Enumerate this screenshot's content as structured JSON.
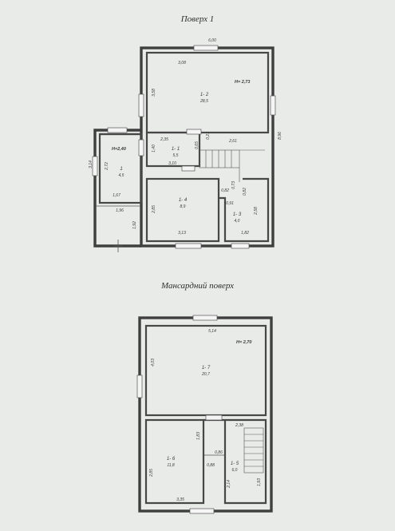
{
  "floor1": {
    "title": "Поверх 1",
    "height_main": "H= 2,73",
    "height_annex": "H=2,40",
    "rooms": [
      {
        "id": "1- 2",
        "area": "28,5"
      },
      {
        "id": "1- 1",
        "area": "5,5"
      },
      {
        "id": "1",
        "area": "4,5"
      },
      {
        "id": "1- 4",
        "area": "8,9"
      },
      {
        "id": "1- 3",
        "area": "4,0"
      }
    ],
    "dims": {
      "overall_width": "6,00",
      "overall_depth": "8,96",
      "r12_width": "3,08",
      "r12_depth": "3,58",
      "r11_width": "2,35",
      "r11_width_b": "3,10",
      "r11_depth": "1,40",
      "r11_side": "0,65",
      "r11_side_b": "0,21",
      "stair_w": "2,61",
      "annex_depth": "3,14",
      "annex_room_depth": "2,72",
      "annex_w": "1,67",
      "annex_w_b": "1,96",
      "annex_below": "1,92",
      "r14_depth": "2,85",
      "r14_width": "3,13",
      "r13_depth": "2,58",
      "r13_width": "1,82",
      "small_a": "0,82",
      "small_b": "0,73",
      "small_c": "0,82",
      "small_d": "0,91"
    }
  },
  "floor2": {
    "title": "Мансардний поверх",
    "height": "H= 2,70",
    "rooms": [
      {
        "id": "1- 7",
        "area": "20,7"
      },
      {
        "id": "1- 6",
        "area": "11,8"
      },
      {
        "id": "1- 5",
        "area": "6,0"
      }
    ],
    "dims": {
      "top_width": "5,14",
      "r17_depth": "4,03",
      "stair_w": "2,38",
      "r16_depth": "2,85",
      "r16_depth_b": "1,83",
      "r16_width": "3,35",
      "small_a": "0,88",
      "small_b": "0,86",
      "r15_depth": "2,14",
      "r15_depth_b": "1,93"
    }
  }
}
